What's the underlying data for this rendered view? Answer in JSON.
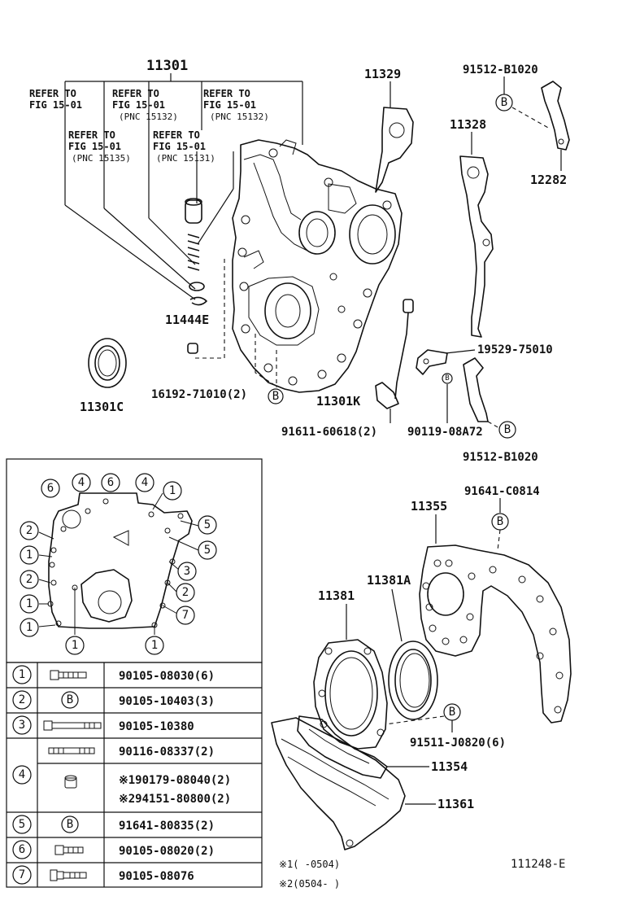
{
  "callouts": {
    "c11301": "11301",
    "c11329": "11329",
    "c91512_top": "91512-B1020",
    "c11328": "11328",
    "c12282": "12282",
    "c11444E": "11444E",
    "c11301C": "11301C",
    "c16192": "16192-71010(2)",
    "c19529": "19529-75010",
    "c11301K": "11301K",
    "c91611": "91611-60618(2)",
    "c90119": "90119-08A72",
    "c91512_bot": "91512-B1020",
    "c91641_C0814": "91641-C0814",
    "c11355": "11355",
    "c11381A": "11381A",
    "c11381": "11381",
    "c91511": "91511-J0820(6)",
    "c11354": "11354",
    "c11361": "11361",
    "b_marker": "B"
  },
  "refer_notes": {
    "n1": {
      "l1": "REFER TO",
      "l2": "FIG 15-01",
      "l3": ""
    },
    "n2": {
      "l1": "REFER TO",
      "l2": "FIG 15-01",
      "l3": "(PNC 15132)"
    },
    "n3": {
      "l1": "REFER TO",
      "l2": "FIG 15-01",
      "l3": "(PNC 15132)"
    },
    "n4": {
      "l1": "REFER TO",
      "l2": "FIG 15-01",
      "l3": "(PNC 15135)"
    },
    "n5": {
      "l1": "REFER TO",
      "l2": "FIG 15-01",
      "l3": "(PNC 15131)"
    }
  },
  "inset_numbers": [
    "6",
    "4",
    "6",
    "4",
    "1",
    "5",
    "5",
    "2",
    "1",
    "3",
    "2",
    "2",
    "1",
    "7",
    "1",
    "1",
    "1"
  ],
  "bolt_table": [
    {
      "key": "1",
      "part": "90105-08030(6)",
      "icon": "long-bolt-icon"
    },
    {
      "key": "2",
      "part": "90105-10403(3)",
      "icon": "b-marker"
    },
    {
      "key": "3",
      "part": "90105-10380",
      "icon": "long-bolt-icon"
    },
    {
      "key": "4",
      "part": "90116-08337(2)",
      "icon": "stud-bolt-icon"
    },
    {
      "key": "4",
      "part": "※190179-08040(2)",
      "icon": "nut-icon"
    },
    {
      "key": "4",
      "part": "※294151-80800(2)",
      "icon": "nut-icon"
    },
    {
      "key": "5",
      "part": "91641-80835(2)",
      "icon": "b-marker"
    },
    {
      "key": "6",
      "part": "90105-08020(2)",
      "icon": "short-bolt-icon"
    },
    {
      "key": "7",
      "part": "90105-08076",
      "icon": "flange-bolt-icon"
    }
  ],
  "footnotes": {
    "f1": "※1(      -0504)",
    "f2": "※2(0504-        )"
  },
  "diagram_id": "111248-E"
}
